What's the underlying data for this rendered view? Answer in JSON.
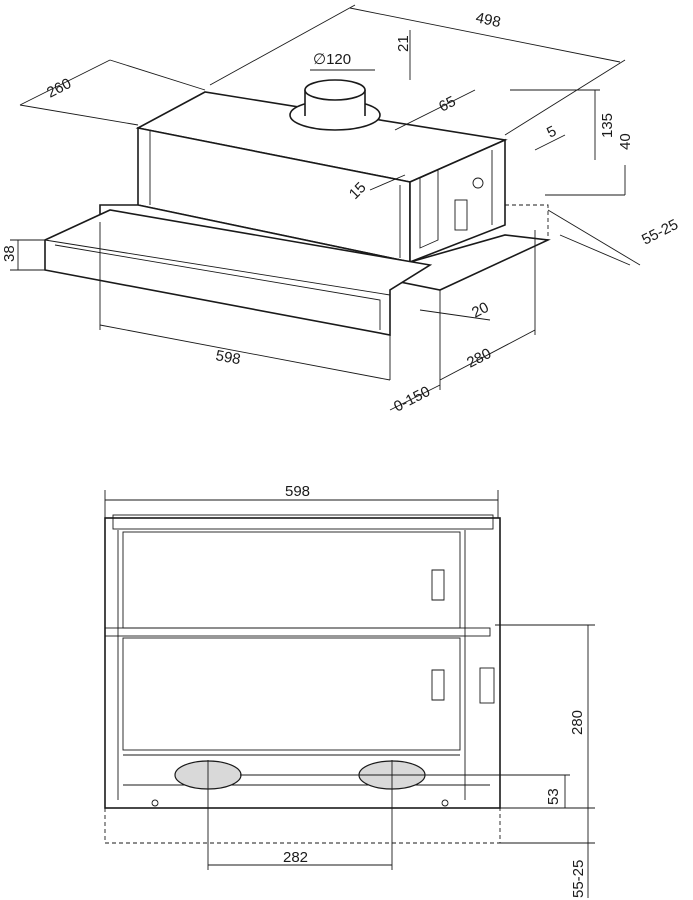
{
  "top_view": {
    "width_depth": "498",
    "depth_left": "260",
    "duct_diameter": "∅120",
    "duct_height": "21",
    "duct_offset": "65",
    "offset_5": "5",
    "height_135": "135",
    "height_40": "40",
    "offset_15": "15",
    "range_55_25": "55-25",
    "trim_height": "38",
    "offset_20": "20",
    "front_width": "598",
    "depth_280": "280",
    "extension": "0-150"
  },
  "bottom_view": {
    "width": "598",
    "depth": "280",
    "offset_53": "53",
    "spacing_282": "282",
    "range_55_25": "55-25"
  }
}
